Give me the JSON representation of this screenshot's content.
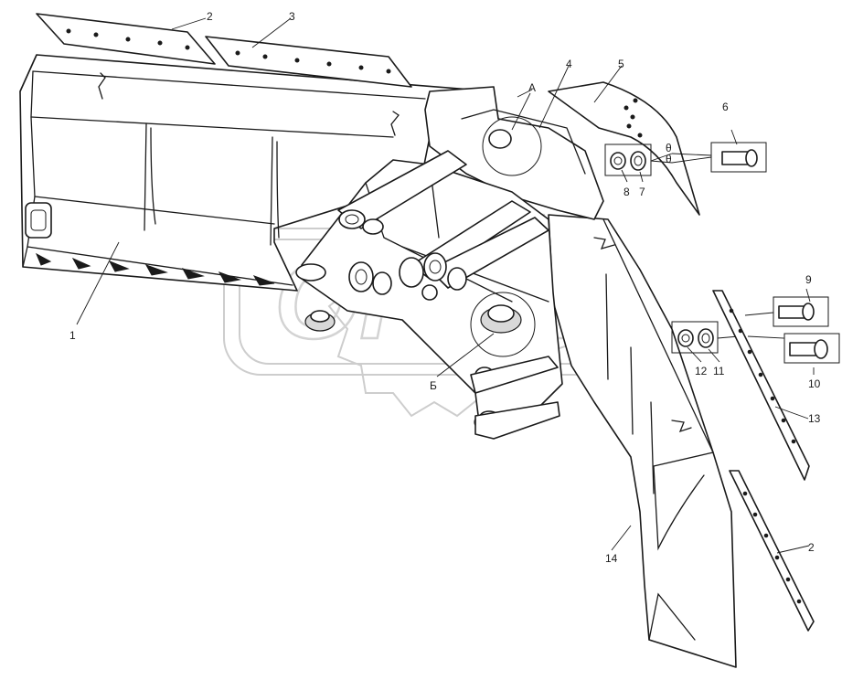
{
  "watermark": {
    "text": "OPEX"
  },
  "callouts": {
    "c1": "1",
    "c2a": "2",
    "c2b": "2",
    "c3": "3",
    "c4": "4",
    "c5": "5",
    "c6": "6",
    "c7": "7",
    "c8": "8",
    "c9": "9",
    "c10": "10",
    "c11": "11",
    "c12": "12",
    "c13": "13",
    "c14": "14",
    "viewA": "А",
    "viewB": "Б"
  }
}
